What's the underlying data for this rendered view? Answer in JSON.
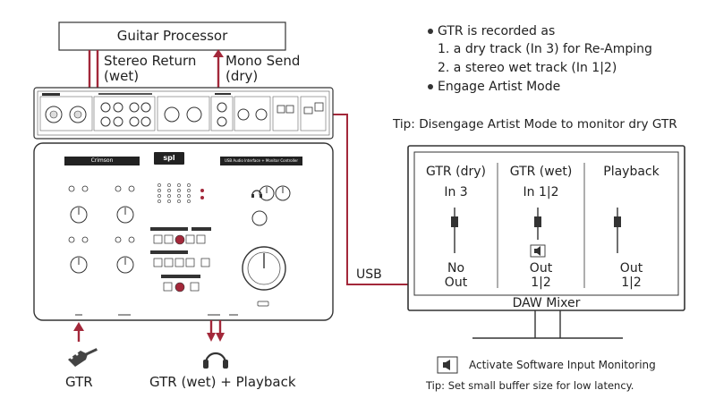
{
  "diagram": {
    "guitar_processor": "Guitar Processor",
    "stereo_return": "Stereo Return",
    "stereo_return_sub": "(wet)",
    "mono_send": "Mono Send",
    "mono_send_sub": "(dry)",
    "usb_label": "USB",
    "gtr_label": "GTR",
    "output_label": "GTR (wet) + Playback",
    "interface_name": "Crimson",
    "interface_subtitle": "USB Audio Interface + Monitor Controller",
    "brand": "spl"
  },
  "notes": {
    "bullet1": "GTR is recorded as",
    "item1": "1. a dry track (In 3) for Re-Amping",
    "item2": "2. a stereo wet track (In 1|2)",
    "bullet2": "Engage Artist Mode",
    "tip_top": "Tip: Disengage Artist Mode to monitor dry GTR"
  },
  "daw_mixer": {
    "title": "DAW Mixer",
    "channels": [
      {
        "name": "GTR (dry)",
        "input": "In 3",
        "out_line1": "No",
        "out_line2": "Out",
        "monitor_icon": false
      },
      {
        "name": "GTR (wet)",
        "input": "In 1|2",
        "out_line1": "Out",
        "out_line2": "1|2",
        "monitor_icon": true
      },
      {
        "name": "Playback",
        "input": "",
        "out_line1": "Out",
        "out_line2": "1|2",
        "monitor_icon": false
      }
    ]
  },
  "legend": {
    "monitoring": "Activate Software Input Monitoring",
    "tip_bottom": "Tip: Set small buffer size for low latency."
  },
  "colors": {
    "signal": "#a3283a",
    "outline": "#333333"
  }
}
